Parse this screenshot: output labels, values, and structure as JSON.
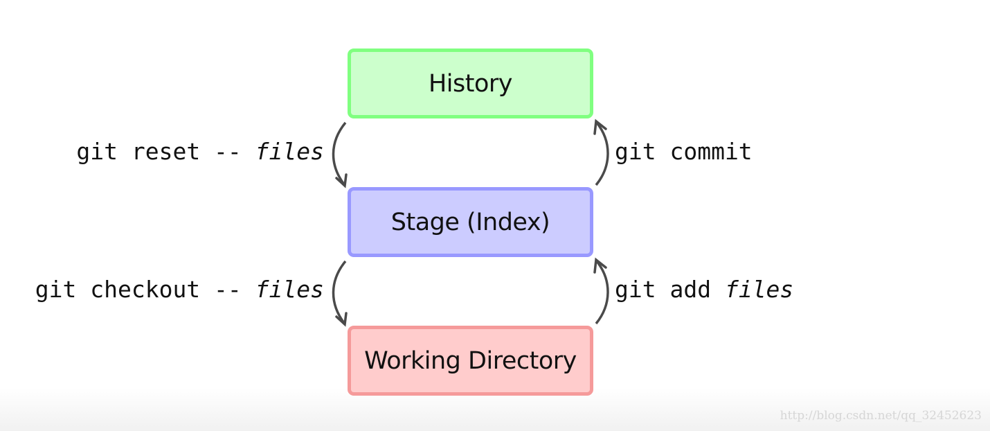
{
  "nodes": {
    "history": {
      "label": "History",
      "fill": "#ccffcc",
      "border": "#80ff80"
    },
    "stage": {
      "label": "Stage (Index)",
      "fill": "#ccccff",
      "border": "#9999ff"
    },
    "workdir": {
      "label": "Working Directory",
      "fill": "#ffcccc",
      "border": "#f59a9a"
    }
  },
  "edges": {
    "reset": {
      "cmd": "git reset -- ",
      "arg": "files",
      "from": "History",
      "to": "Stage (Index)"
    },
    "commit": {
      "cmd": "git commit",
      "arg": "",
      "from": "Stage (Index)",
      "to": "History"
    },
    "checkout": {
      "cmd": "git checkout -- ",
      "arg": "files",
      "from": "Stage (Index)",
      "to": "Working Directory"
    },
    "add": {
      "cmd": "git add ",
      "arg": "files",
      "from": "Working Directory",
      "to": "Stage (Index)"
    }
  },
  "arrow_color": "#4a4a4a",
  "watermark": "http://blog.csdn.net/qq_32452623"
}
